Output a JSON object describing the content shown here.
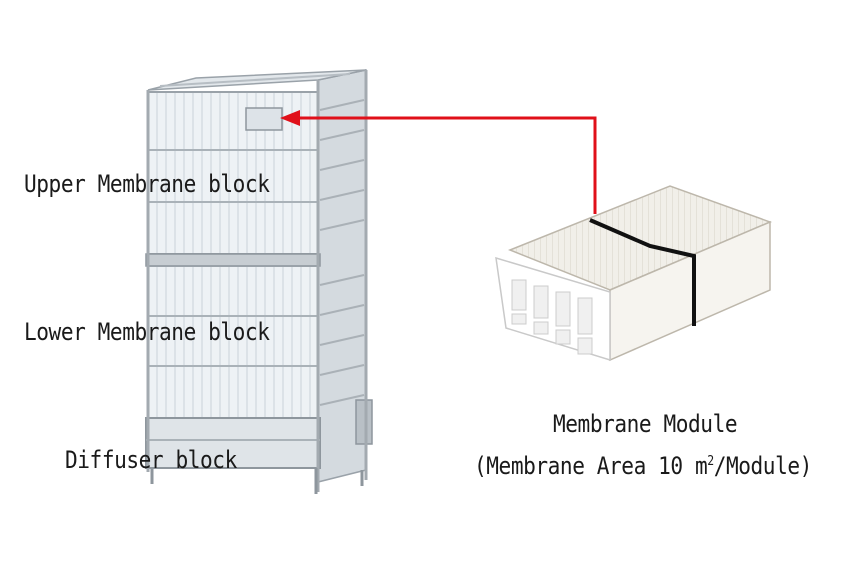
{
  "labels": {
    "upper_block": "Upper Membrane block",
    "lower_block": "Lower Membrane block",
    "diffuser_block": "Diffuser block",
    "module_title": "Membrane Module",
    "module_area_prefix": "(Membrane Area 10 m",
    "module_area_sup": "2",
    "module_area_suffix": "/Module)"
  },
  "colors": {
    "arrow": "#e0101a",
    "frame": "#a9b0b6",
    "membrane": "#eef2f5",
    "strap": "#111111"
  }
}
